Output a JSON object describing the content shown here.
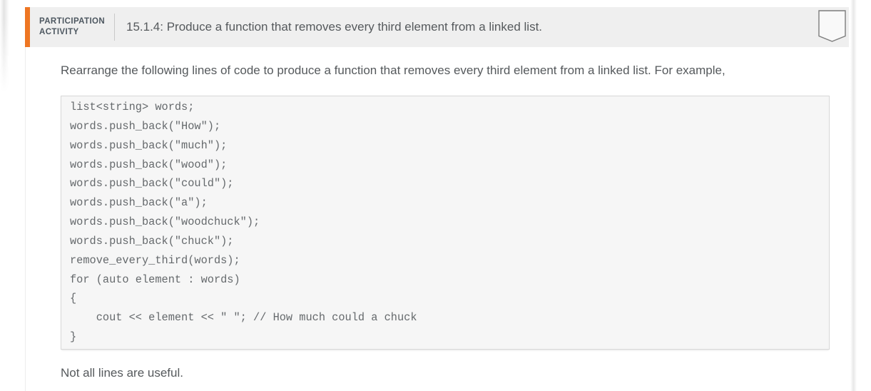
{
  "header": {
    "label_line1": "PARTICIPATION",
    "label_line2": "ACTIVITY",
    "title": "15.1.4: Produce a function that removes every third element from a linked list.",
    "bookmark_icon": "bookmark-ribbon-icon"
  },
  "instructions": "Rearrange the following lines of code to produce a function that removes every third element from a linked list. For example,",
  "code_block": {
    "lines": [
      "list<string> words;",
      "words.push_back(\"How\");",
      "words.push_back(\"much\");",
      "words.push_back(\"wood\");",
      "words.push_back(\"could\");",
      "words.push_back(\"a\");",
      "words.push_back(\"woodchuck\");",
      "words.push_back(\"chuck\");",
      "remove_every_third(words);",
      "for (auto element : words)",
      "{",
      "    cout << element << \" \"; // How much could a chuck",
      "}"
    ]
  },
  "footnote": "Not all lines are useful.",
  "colors": {
    "accent_orange": "#ee7623",
    "header_background": "#efefef",
    "text_primary": "#55595c",
    "label_text": "#4d5760",
    "code_text": "#65696c",
    "code_background": "#f6f6f6",
    "code_border": "#d8d8d8",
    "bookmark_stroke": "#7d7d7d"
  }
}
